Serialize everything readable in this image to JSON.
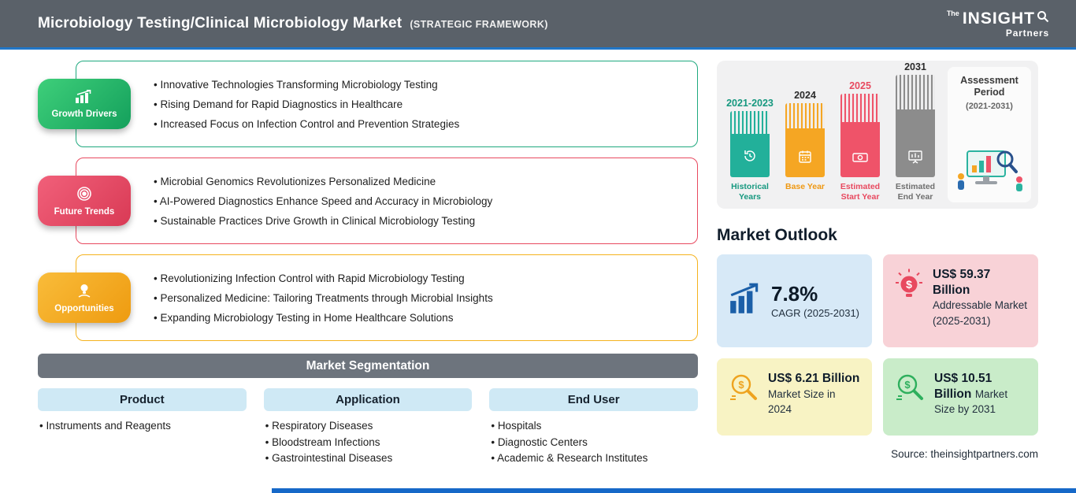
{
  "header": {
    "title": "Microbiology Testing/Clinical Microbiology Market",
    "subtitle": "(STRATEGIC FRAMEWORK)",
    "logo": {
      "the": "The",
      "insight": "INSIGHT",
      "partners": "Partners"
    }
  },
  "sections": [
    {
      "label": "Growth Drivers",
      "color": "#1fa97e",
      "bullets": [
        "Innovative Technologies Transforming Microbiology Testing",
        "Rising Demand for Rapid Diagnostics in Healthcare",
        "Increased Focus on Infection Control and Prevention Strategies"
      ]
    },
    {
      "label": "Future Trends",
      "color": "#e8495f",
      "bullets": [
        "Microbial Genomics Revolutionizes Personalized Medicine",
        "AI-Powered Diagnostics Enhance Speed and Accuracy in Microbiology",
        "Sustainable Practices Drive Growth in Clinical Microbiology Testing"
      ]
    },
    {
      "label": "Opportunities",
      "color": "#f5b21e",
      "bullets": [
        "Revolutionizing Infection Control with Rapid Microbiology Testing",
        "Personalized Medicine: Tailoring Treatments through Microbial Insights",
        "Expanding Microbiology Testing in Home Healthcare Solutions"
      ]
    }
  ],
  "segmentation": {
    "title": "Market Segmentation",
    "columns": [
      {
        "header": "Product",
        "items": [
          "Instruments and Reagents"
        ]
      },
      {
        "header": "Application",
        "items": [
          "Respiratory Diseases",
          "Bloodstream Infections",
          "Gastrointestinal Diseases"
        ]
      },
      {
        "header": "End User",
        "items": [
          "Hospitals",
          "Diagnostic Centers",
          "Academic & Research Institutes"
        ]
      }
    ]
  },
  "timeline": {
    "bars": [
      {
        "year": "2021-2023",
        "label": "Historical Years"
      },
      {
        "year": "2024",
        "label": "Base Year"
      },
      {
        "year": "2025",
        "label": "Estimated Start Year"
      },
      {
        "year": "2031",
        "label": "Estimated End Year"
      }
    ],
    "assessment": {
      "title": "Assessment Period",
      "range": "(2021-2031)"
    }
  },
  "outlook": {
    "title": "Market Outlook",
    "cards": [
      {
        "value": "7.8%",
        "label": "CAGR (2025-2031)"
      },
      {
        "value": "US$ 59.37 Billion",
        "label": "Addressable Market (2025-2031)"
      },
      {
        "value": "US$ 6.21 Billion",
        "label": "Market Size in 2024"
      },
      {
        "value": "US$ 10.51 Billion",
        "label": "Market Size by 2031"
      }
    ]
  },
  "source": "Source: theinsightpartners.com",
  "colors": {
    "header_bg": "#5a6169",
    "accent_blue": "#2176c7",
    "growth_green": "#1fa97e",
    "trends_red": "#e8495f",
    "opportunities_orange": "#f5b21e",
    "segmentation_bar": "#6d747d",
    "column_header_bg": "#cfe9f5",
    "timeline_teal": "#22b09a",
    "timeline_orange": "#f5a623",
    "timeline_red": "#ef5369",
    "timeline_gray": "#8c8c8c",
    "card_blue": "#d7e9f7",
    "card_pink": "#f8d2d7",
    "card_yellow": "#f8f3c4",
    "card_green": "#c9ecc9"
  }
}
